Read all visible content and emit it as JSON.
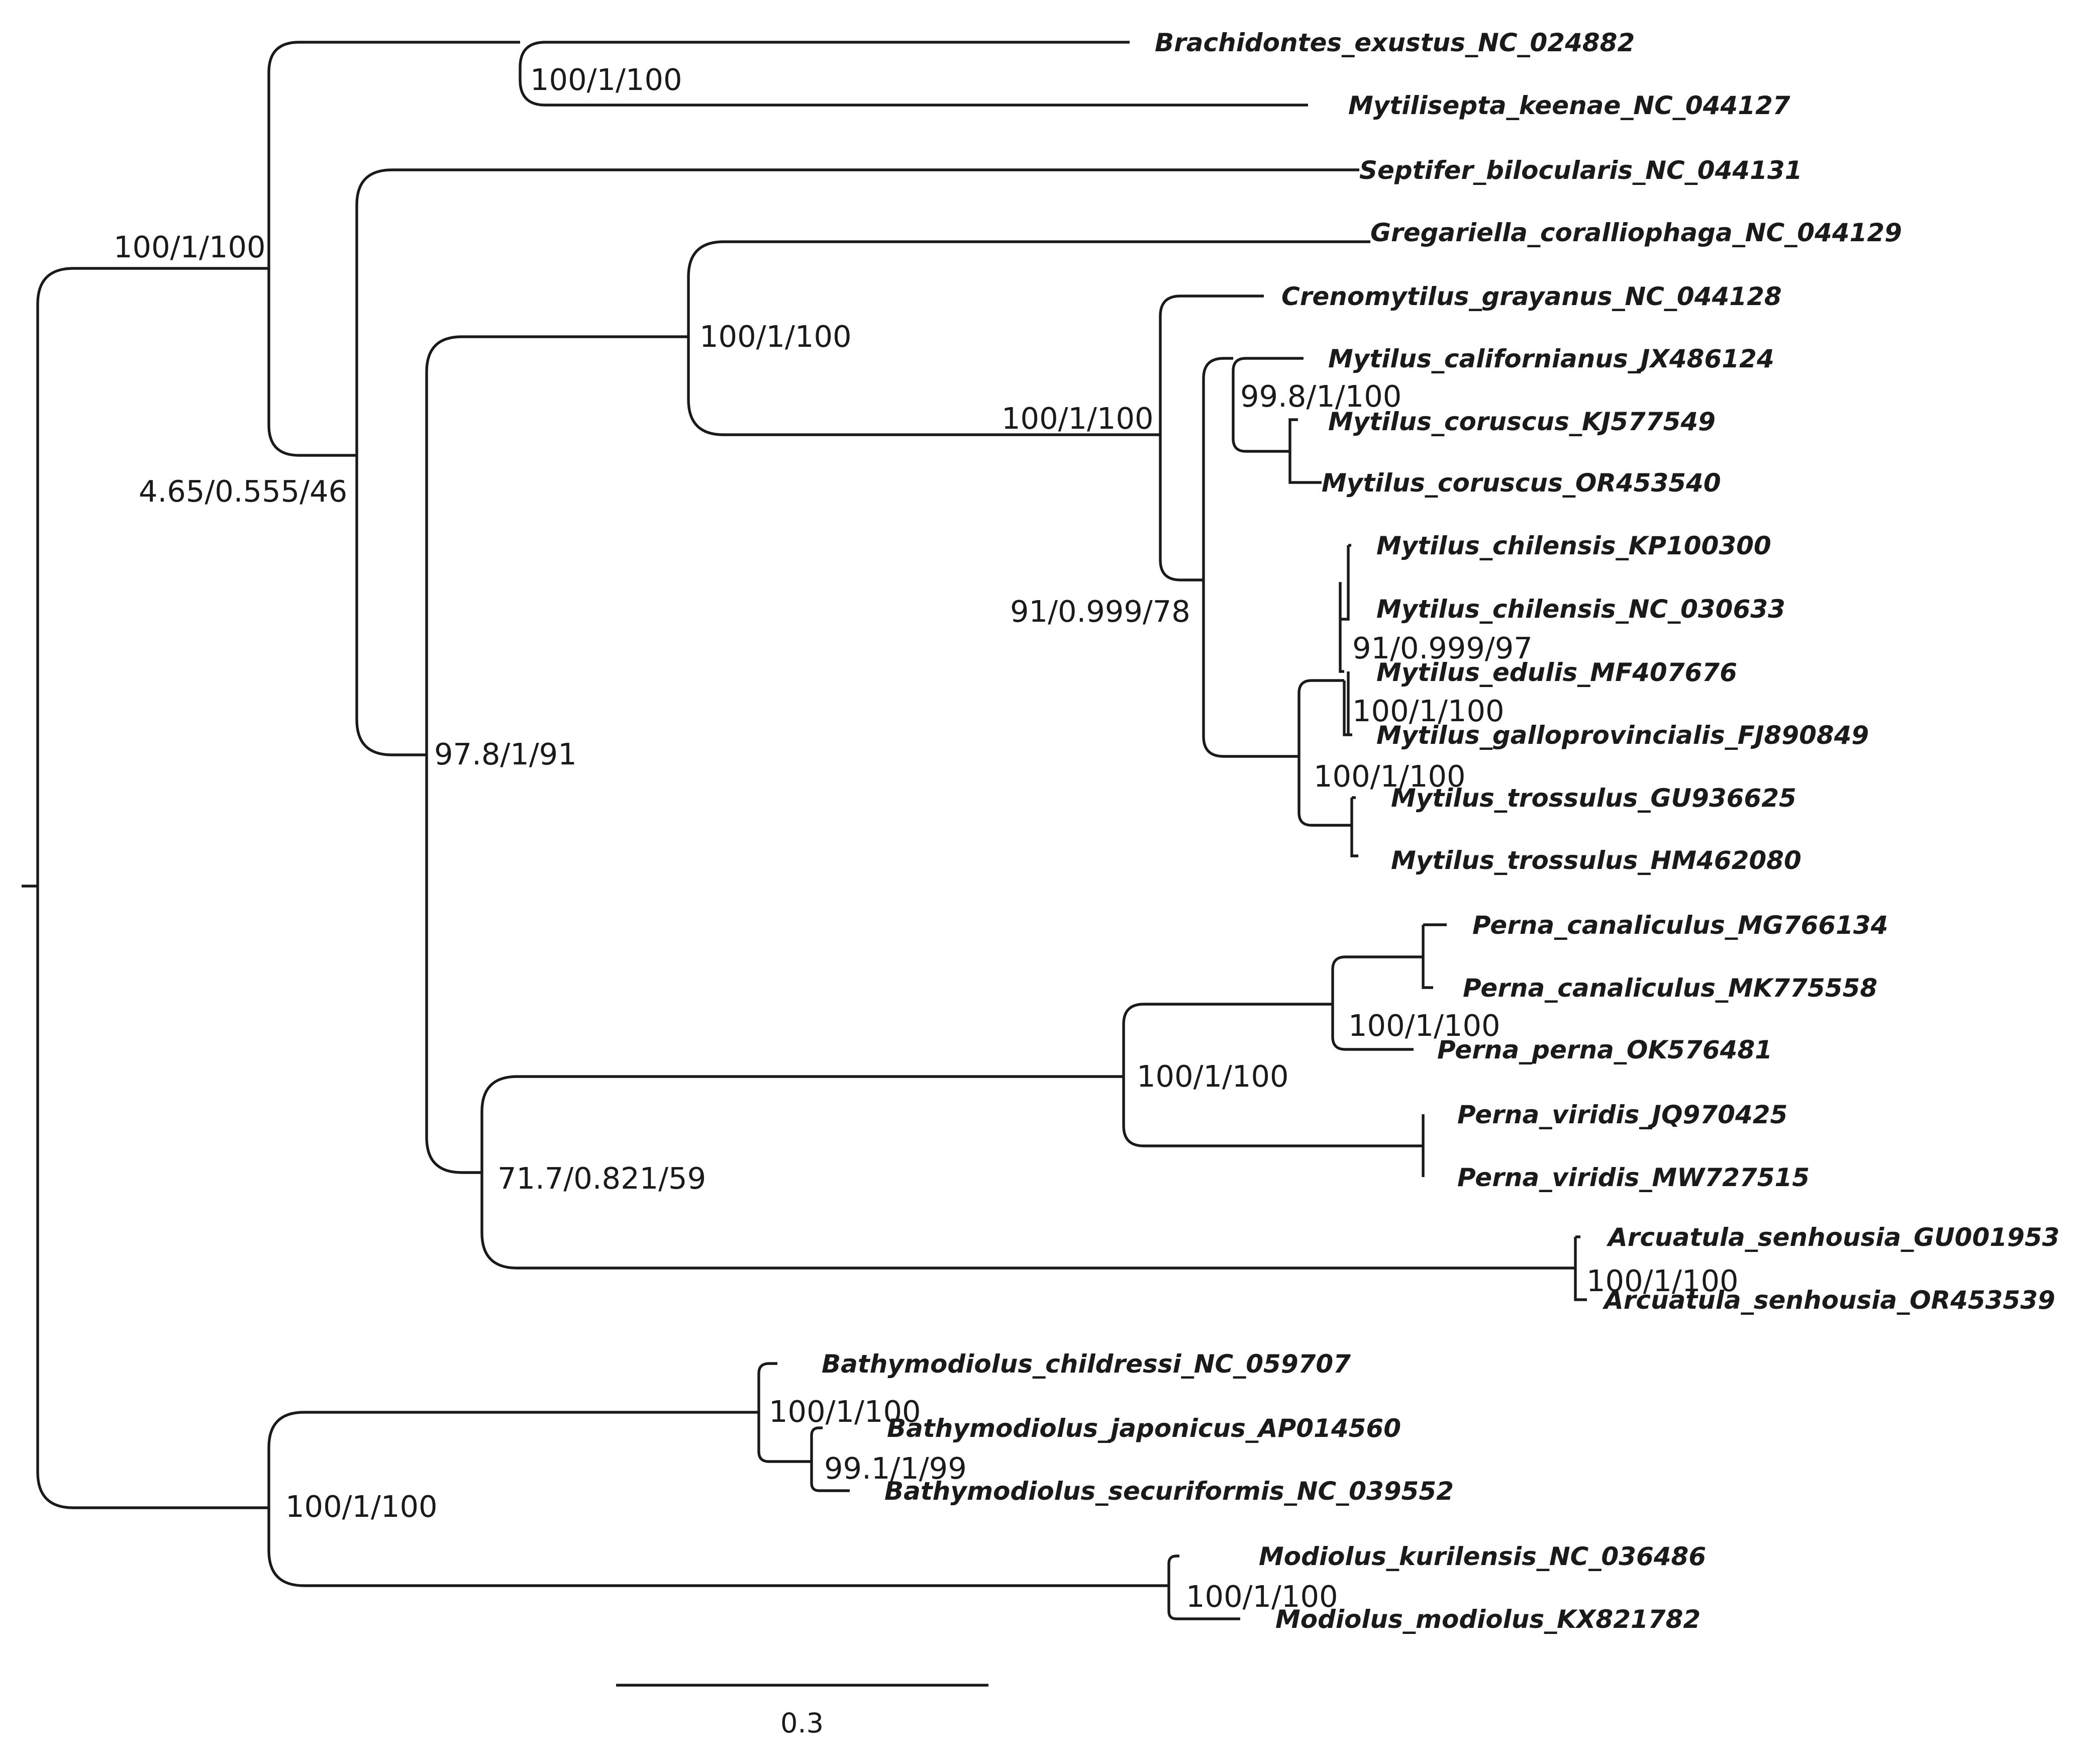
{
  "leaves": [
    {
      "id": "L1",
      "label": "Brachidontes_exustus_NC_024882"
    },
    {
      "id": "L2",
      "label": "Mytilisepta_keenae_NC_044127"
    },
    {
      "id": "L3",
      "label": "Septifer_bilocularis_NC_044131"
    },
    {
      "id": "L4",
      "label": "Gregariella_coralliophaga_NC_044129"
    },
    {
      "id": "L5",
      "label": "Crenomytilus_grayanus_NC_044128"
    },
    {
      "id": "L6",
      "label": "Mytilus_californianus_JX486124"
    },
    {
      "id": "L7",
      "label": "Mytilus_coruscus_KJ577549"
    },
    {
      "id": "L8",
      "label": "Mytilus_coruscus_OR453540"
    },
    {
      "id": "L9",
      "label": "Mytilus_chilensis_KP100300"
    },
    {
      "id": "L10",
      "label": "Mytilus_chilensis_NC_030633"
    },
    {
      "id": "L11",
      "label": "Mytilus_edulis_MF407676"
    },
    {
      "id": "L12",
      "label": "Mytilus_galloprovincialis_FJ890849"
    },
    {
      "id": "L13",
      "label": "Mytilus_trossulus_GU936625"
    },
    {
      "id": "L14",
      "label": "Mytilus_trossulus_HM462080"
    },
    {
      "id": "L15",
      "label": "Perna_canaliculus_MG766134"
    },
    {
      "id": "L16",
      "label": "Perna_canaliculus_MK775558"
    },
    {
      "id": "L17",
      "label": "Perna_perna_OK576481"
    },
    {
      "id": "L18",
      "label": "Perna_viridis_JQ970425"
    },
    {
      "id": "L19",
      "label": "Perna_viridis_MW727515"
    },
    {
      "id": "L20",
      "label": "Arcuatula_senhousia_GU001953"
    },
    {
      "id": "L21",
      "label": "Arcuatula_senhousia_OR453539"
    },
    {
      "id": "L22",
      "label": "Bathymodiolus_childressi_NC_059707"
    },
    {
      "id": "L23",
      "label": "Bathymodiolus_japonicus_AP014560"
    },
    {
      "id": "L24",
      "label": "Bathymodiolus_securiformis_NC_039552"
    },
    {
      "id": "L25",
      "label": "Modiolus_kurilensis_NC_036486"
    },
    {
      "id": "L26",
      "label": "Modiolus_modiolus_KX821782"
    }
  ],
  "support_values": [
    {
      "node": "brachidontes_mytilisepta",
      "value": "100/1/100"
    },
    {
      "node": "upper_clade",
      "value": "100/1/100"
    },
    {
      "node": "septifer_clade",
      "value": "4.65/0.555/46"
    },
    {
      "node": "gregariella_mytilus",
      "value": "100/1/100"
    },
    {
      "node": "mytilus_clade",
      "value": "100/1/100"
    },
    {
      "node": "californianus_coruscus",
      "value": "99.8/1/100"
    },
    {
      "node": "mytilus_edulis_group",
      "value": "91/0.999/78"
    },
    {
      "node": "chilensis_edulis_gallo",
      "value": "91/0.999/97"
    },
    {
      "node": "chilensis_edulis_gallo_inner",
      "value": "100/1/100"
    },
    {
      "node": "edulis_trossulus",
      "value": "100/1/100"
    },
    {
      "node": "mytilinae_core",
      "value": "97.8/1/91"
    },
    {
      "node": "perna_canaliculus_perna",
      "value": "100/1/100"
    },
    {
      "node": "perna_clade",
      "value": "100/1/100"
    },
    {
      "node": "perna_arcuatula",
      "value": "71.7/0.821/59"
    },
    {
      "node": "arcuatula",
      "value": "100/1/100"
    },
    {
      "node": "bathymodiolus",
      "value": "100/1/100"
    },
    {
      "node": "bathymodiolus_inner",
      "value": "99.1/1/99"
    },
    {
      "node": "bathymodiolus_modiolus",
      "value": "100/1/100"
    },
    {
      "node": "modiolus",
      "value": "100/1/100"
    }
  ],
  "scale_bar": {
    "label": "0.3"
  }
}
